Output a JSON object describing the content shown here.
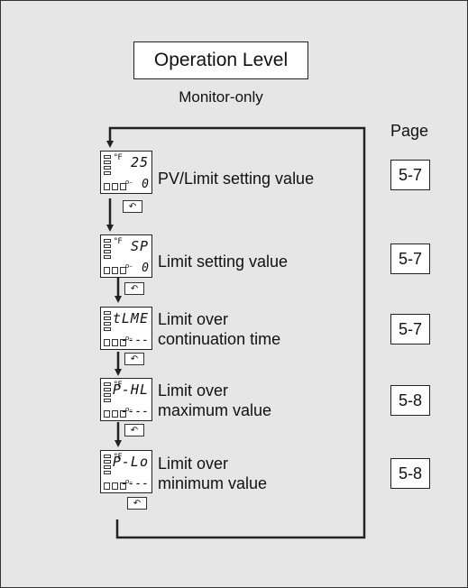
{
  "title": "Operation Level",
  "subtitle": "Monitor-only",
  "page_header": "Page",
  "mode_key_icon": "mode-key-icon",
  "steps": [
    {
      "label_lines": [
        "PV/Limit setting value"
      ],
      "page": "5-7",
      "display_upper": "25",
      "display_lower": "0",
      "unit": "°F"
    },
    {
      "label_lines": [
        "Limit setting value"
      ],
      "page": "5-7",
      "display_upper": "SP",
      "display_lower": "0",
      "unit": "°F"
    },
    {
      "label_lines": [
        "Limit over",
        "continuation time"
      ],
      "page": "5-7",
      "display_upper": "tLME",
      "display_lower": "----",
      "unit": ""
    },
    {
      "label_lines": [
        "Limit over",
        "maximum value"
      ],
      "page": "5-8",
      "display_upper": "P-HL",
      "display_lower": "----",
      "unit": "°F"
    },
    {
      "label_lines": [
        "Limit over",
        "minimum value"
      ],
      "page": "5-8",
      "display_upper": "P-Lo",
      "display_lower": "----",
      "unit": "°F"
    }
  ]
}
